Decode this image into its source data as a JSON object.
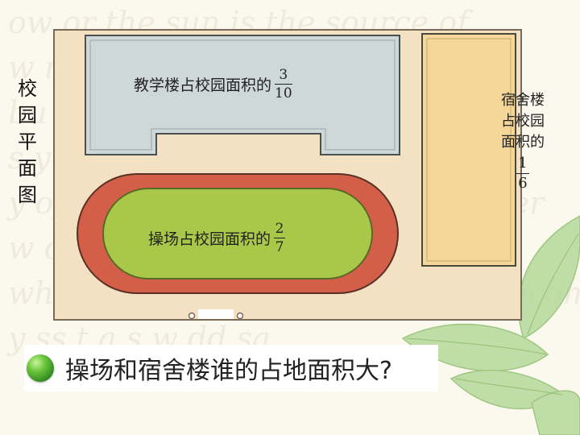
{
  "background": {
    "handwriting_lines": [
      "ow or the sun is the source of",
      "w  n      the    and so wind,",
      "       bu    lt a    a     so",
      "s    y      of   e   bo   a",
      "y of the salt of earth and turn ever",
      "w    c  ses   e   h    w   b  a",
      "when you dominate, the world becomes",
      "y   ss    t  a  s      w   dd   sa"
    ]
  },
  "campus_map": {
    "side_title": "校园平面图",
    "teaching_building": {
      "text": "教学楼占校园面积的",
      "numerator": "3",
      "denominator": "10"
    },
    "playground": {
      "text": "操场占校园面积的",
      "numerator": "2",
      "denominator": "7"
    },
    "dormitory": {
      "line1": "宿舍楼",
      "line2": "占校园",
      "line3": "面积的",
      "numerator": "1",
      "denominator": "6"
    }
  },
  "question": {
    "text": "操场和宿舍楼谁的占地面积大?"
  },
  "colors": {
    "map_background": "#f4e1c3",
    "teaching_building": "#cfd8d8",
    "track": "#d45f48",
    "field": "#a9c84a",
    "dormitory": "#f6d79a",
    "leaves": "#a8cf8a",
    "bullet": "#4fae2c"
  },
  "icons": [
    "green-bullet-icon",
    "leaf-icon"
  ]
}
